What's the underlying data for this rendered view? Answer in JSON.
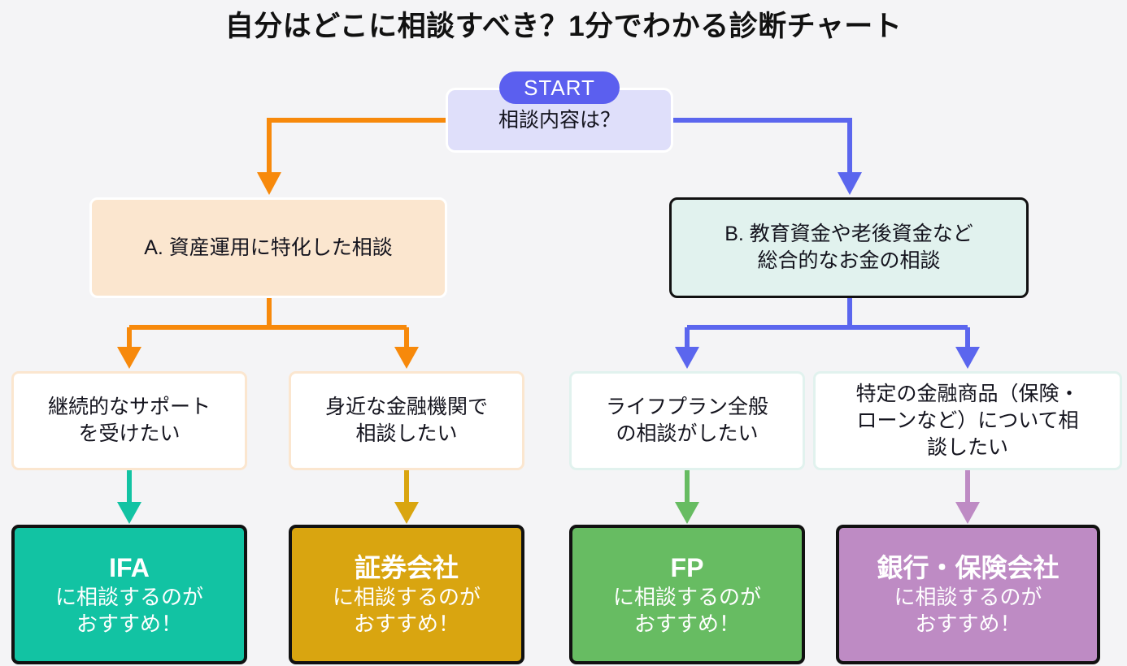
{
  "page": {
    "title": "自分はどこに相談すべき？1分でわかる診断チャート",
    "background_color": "#F4F4F6"
  },
  "chart_data": {
    "type": "diagram",
    "diagram_kind": "decision-flowchart",
    "title": "自分はどこに相談すべき？1分でわかる診断チャート",
    "nodes": [
      {
        "id": "start",
        "label": "相談内容は？",
        "badge": "START",
        "fill": "#DFDFFA",
        "badge_fill": "#5B5FEF",
        "level": 0
      },
      {
        "id": "branch_a",
        "label": "A. 資産運用に特化した相談",
        "fill": "#FBE6CF",
        "border": "#FFFFFF",
        "level": 1
      },
      {
        "id": "branch_b",
        "label": "B. 教育資金や老後資金など 総合的なお金の相談",
        "fill": "#E1F2EE",
        "border": "#111111",
        "level": 1
      },
      {
        "id": "cond_1",
        "label": "継続的なサポートを受けたい",
        "fill": "#FFFFFF",
        "border": "#FBE6CF",
        "level": 2
      },
      {
        "id": "cond_2",
        "label": "身近な金融機関で相談したい",
        "fill": "#FFFFFF",
        "border": "#FBE6CF",
        "level": 2
      },
      {
        "id": "cond_3",
        "label": "ライフプラン全般の相談がしたい",
        "fill": "#FFFFFF",
        "border": "#E1F2EE",
        "level": 2
      },
      {
        "id": "cond_4",
        "label": "特定の金融商品（保険・ローンなど）について相談したい",
        "fill": "#FFFFFF",
        "border": "#E1F2EE",
        "level": 2
      },
      {
        "id": "res_1",
        "label": "IFA に相談するのがおすすめ！",
        "fill": "#12C3A3",
        "level": 3
      },
      {
        "id": "res_2",
        "label": "証券会社 に相談するのがおすすめ！",
        "fill": "#D9A510",
        "level": 3
      },
      {
        "id": "res_3",
        "label": "FP に相談するのがおすすめ！",
        "fill": "#67BC62",
        "level": 3
      },
      {
        "id": "res_4",
        "label": "銀行・保険会社 に相談するのがおすすめ！",
        "fill": "#BE8BC4",
        "level": 3
      }
    ],
    "edges": [
      {
        "from": "start",
        "to": "branch_a",
        "color": "#F7890B"
      },
      {
        "from": "start",
        "to": "branch_b",
        "color": "#5B66EE"
      },
      {
        "from": "branch_a",
        "to": "cond_1",
        "color": "#F7890B"
      },
      {
        "from": "branch_a",
        "to": "cond_2",
        "color": "#F7890B"
      },
      {
        "from": "branch_b",
        "to": "cond_3",
        "color": "#5B66EE"
      },
      {
        "from": "branch_b",
        "to": "cond_4",
        "color": "#5B66EE"
      },
      {
        "from": "cond_1",
        "to": "res_1",
        "color": "#12C3A3"
      },
      {
        "from": "cond_2",
        "to": "res_2",
        "color": "#D9A510"
      },
      {
        "from": "cond_3",
        "to": "res_3",
        "color": "#67BC62"
      },
      {
        "from": "cond_4",
        "to": "res_4",
        "color": "#BE8BC4"
      }
    ]
  },
  "start": {
    "badge": "START",
    "question": "相談内容は？"
  },
  "branches": {
    "a": {
      "text": "A. 資産運用に特化した相談"
    },
    "b": {
      "line1": "B. 教育資金や老後資金など",
      "line2": "総合的なお金の相談"
    }
  },
  "conditions": [
    {
      "line1": "継続的なサポート",
      "line2": "を受けたい",
      "line3": ""
    },
    {
      "line1": "身近な金融機関で",
      "line2": "相談したい",
      "line3": ""
    },
    {
      "line1": "ライフプラン全般",
      "line2": "の相談がしたい",
      "line3": ""
    },
    {
      "line1": "特定の金融商品（保険・",
      "line2": "ローンなど）について相",
      "line3": "談したい"
    }
  ],
  "results": [
    {
      "head": "IFA",
      "sub1": "に相談するのが",
      "sub2": "おすすめ！",
      "color": "#12C3A3"
    },
    {
      "head": "証券会社",
      "sub1": "に相談するのが",
      "sub2": "おすすめ！",
      "color": "#D9A510"
    },
    {
      "head": "FP",
      "sub1": "に相談するのが",
      "sub2": "おすすめ！",
      "color": "#67BC62"
    },
    {
      "head": "銀行・保険会社",
      "sub1": "に相談するのが",
      "sub2": "おすすめ！",
      "color": "#BE8BC4"
    }
  ],
  "colors": {
    "orange": "#F7890B",
    "indigo": "#5B66EE",
    "teal": "#12C3A3",
    "gold": "#D9A510",
    "green": "#67BC62",
    "purple": "#BE8BC4"
  }
}
